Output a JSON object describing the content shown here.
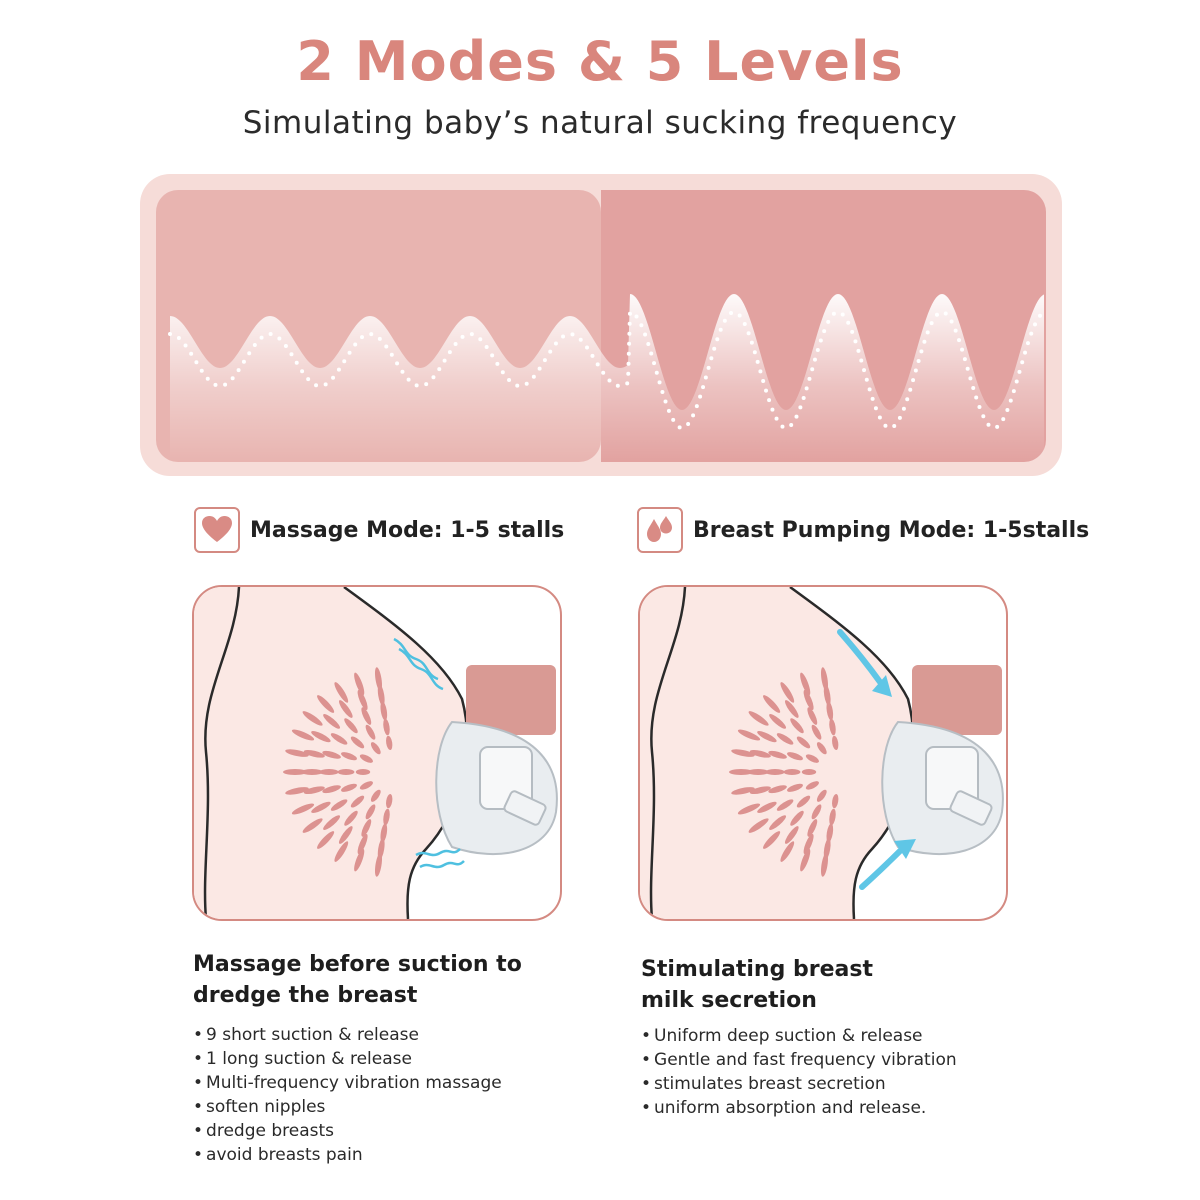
{
  "header": {
    "title": "2 Modes & 5 Levels",
    "subtitle": "Simulating baby’s natural sucking frequency"
  },
  "colors": {
    "accent": "#d9867d",
    "panel_outer": "#f6dcd8",
    "panel_left": "#e8b4b0",
    "panel_right": "#e2a2a0",
    "skin": "#fbe8e4",
    "tissue": "#dc9290",
    "arrow": "#5fc6e6"
  },
  "massage": {
    "icon": "heart-icon",
    "label": "Massage Mode: 1-5 stalls",
    "heading_line1": "Massage before suction to",
    "heading_line2": "dredge the breast",
    "bullets": [
      "9 short suction & release",
      "1 long suction & release",
      "Multi-frequency vibration massage",
      "soften nipples",
      "dredge breasts",
      "avoid breasts pain"
    ]
  },
  "pumping": {
    "icon": "milk-drops-icon",
    "label": "Breast Pumping Mode: 1-5stalls",
    "heading_line1": "Stimulating breast",
    "heading_line2": "milk secretion",
    "bullets": [
      "Uniform deep suction & release",
      "Gentle and fast frequency vibration",
      "stimulates breast secretion",
      "uniform absorption and release."
    ]
  }
}
